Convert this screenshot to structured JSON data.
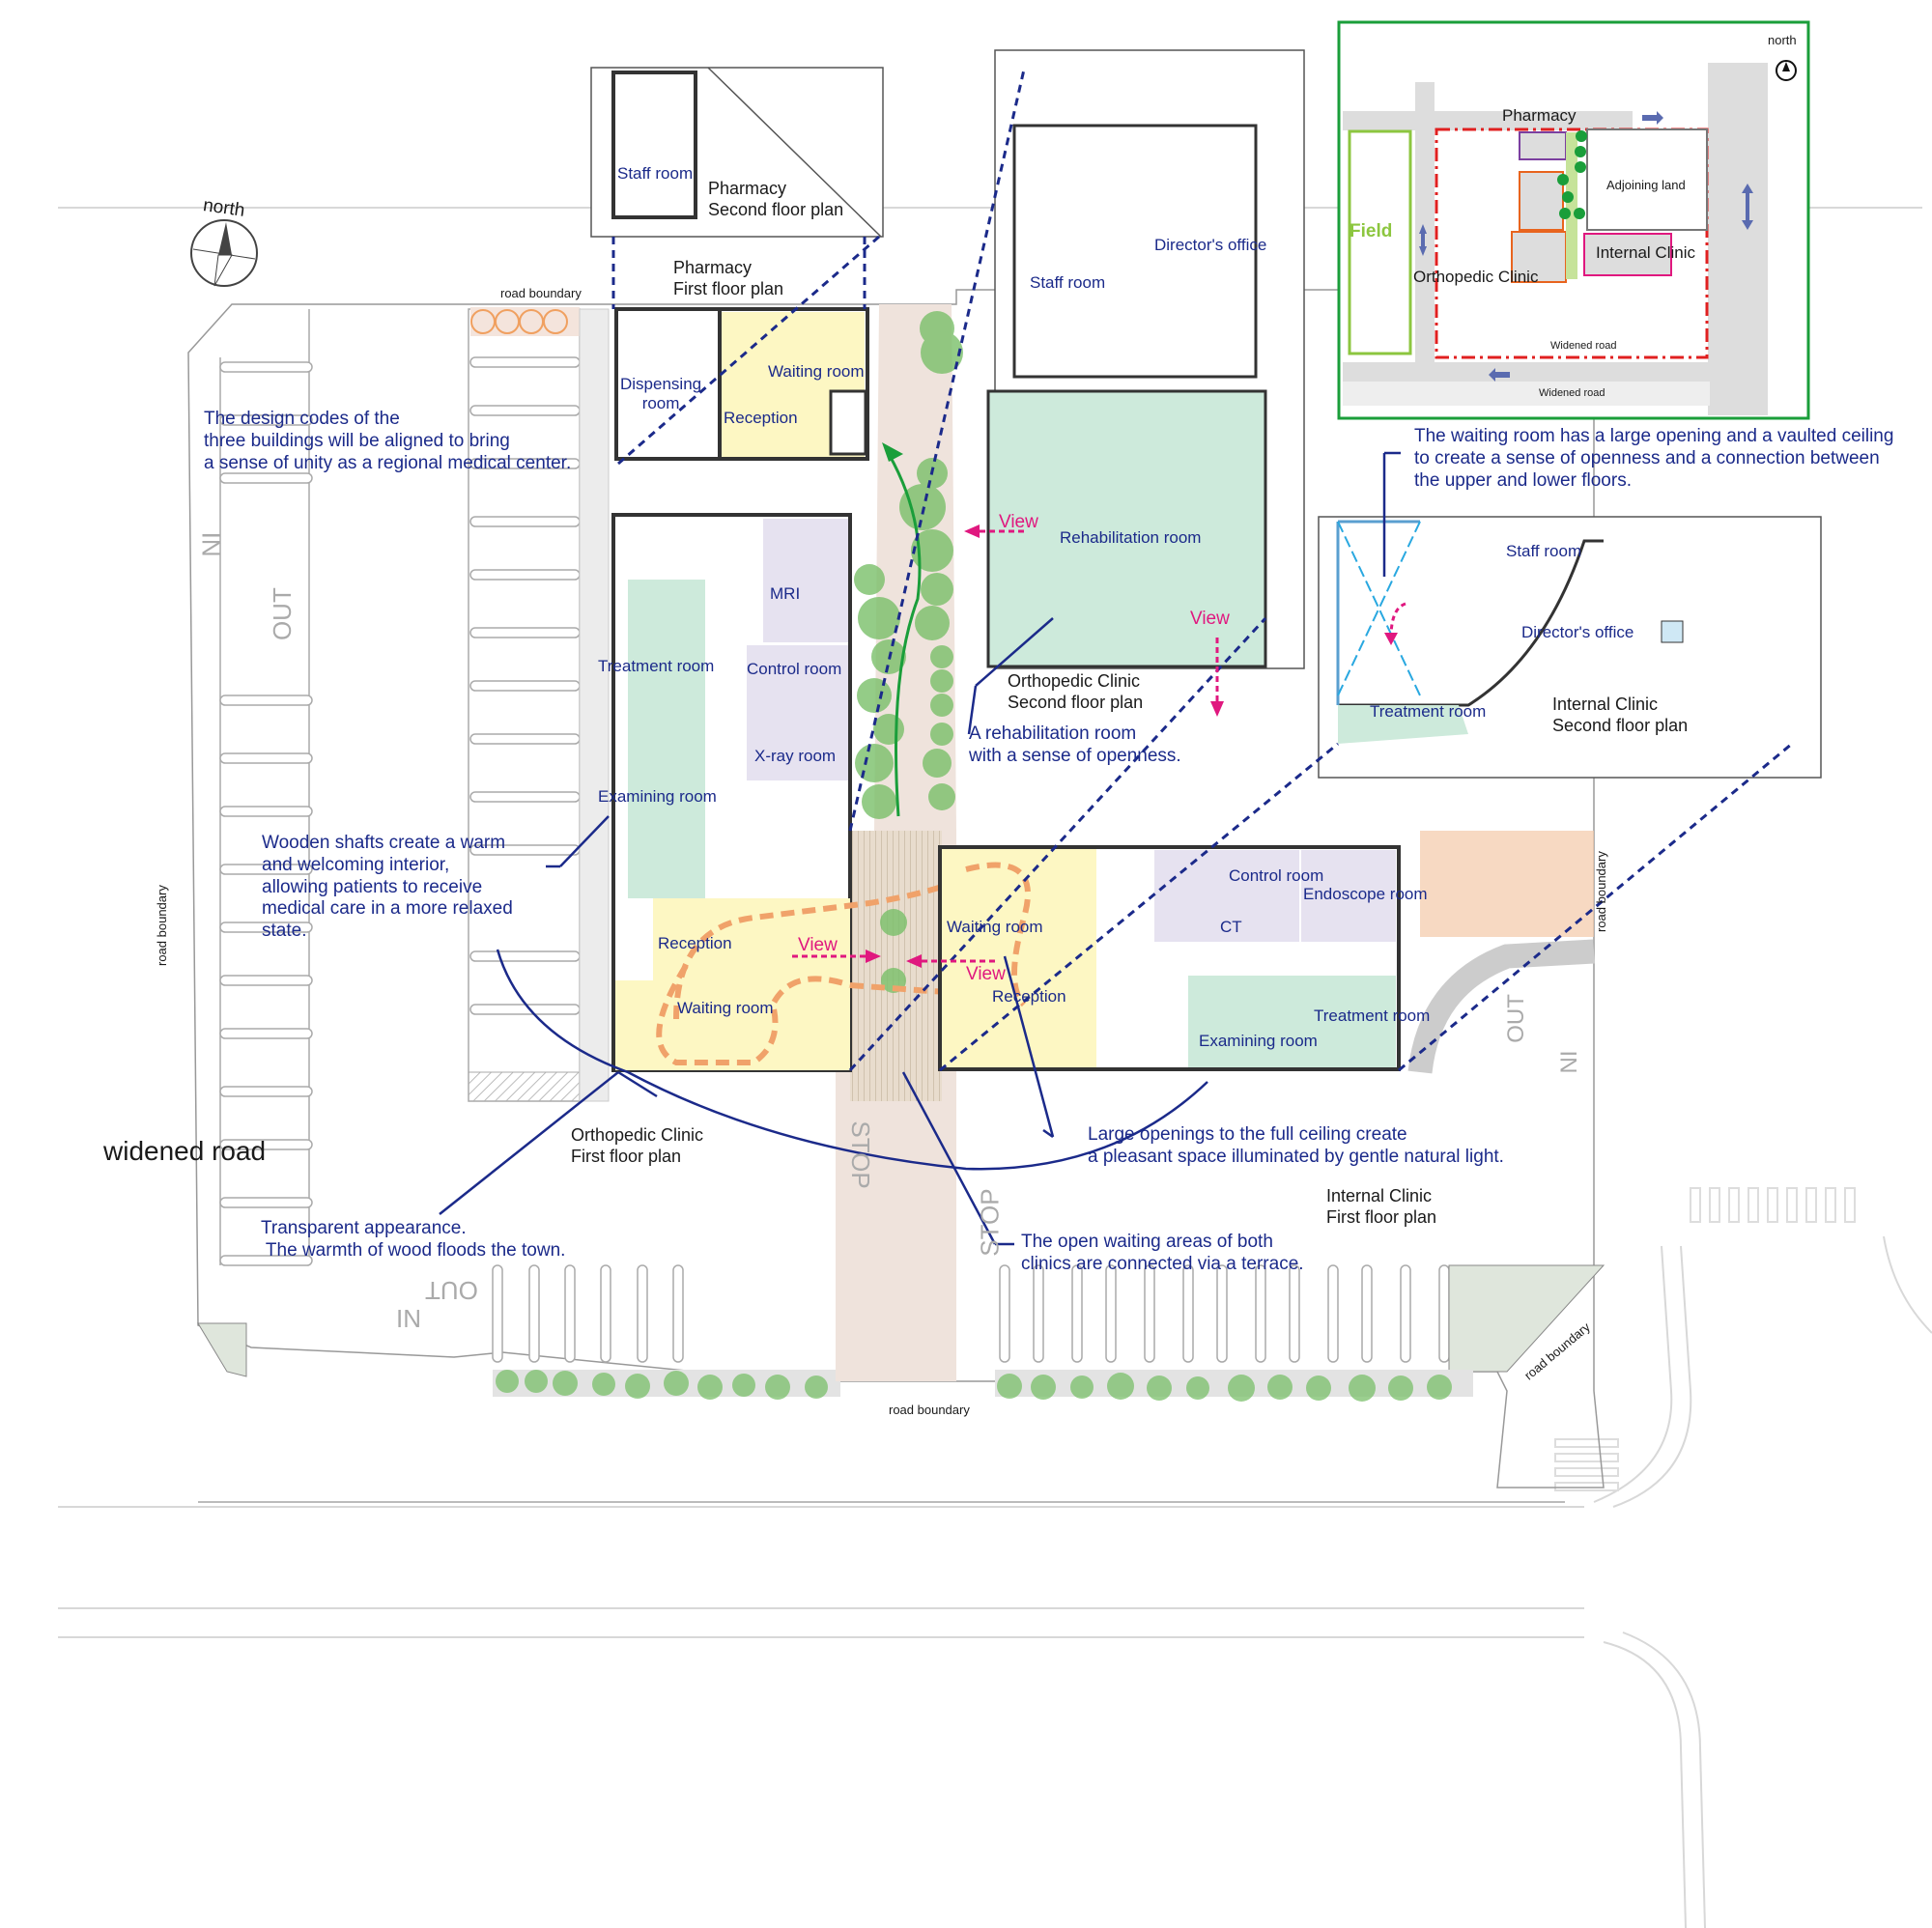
{
  "title": "Regional medical center site plan",
  "compass": {
    "label": "north",
    "icon": "north-arrow-compass-icon"
  },
  "site": {
    "widened_road": "widened road",
    "road_boundary_labels": [
      "road boundary",
      "road boundary",
      "road boundary",
      "road boundary",
      "road boundary"
    ],
    "parking_markings": {
      "in": "IN",
      "out": "OUT",
      "stop": "STOP"
    }
  },
  "plans": {
    "pharmacy_first": {
      "title": "Pharmacy\nFirst floor plan",
      "rooms": [
        "Dispensing\nroom",
        "Waiting room",
        "Reception"
      ]
    },
    "pharmacy_second": {
      "title": "Pharmacy\nSecond floor plan",
      "rooms": [
        "Staff room"
      ]
    },
    "ortho_first": {
      "title": "Orthopedic Clinic\nFirst floor plan",
      "rooms": [
        "MRI",
        "Treatment room",
        "Control room",
        "X-ray room",
        "Examining room",
        "Reception",
        "Waiting room"
      ]
    },
    "ortho_second": {
      "title": "Orthopedic Clinic\nSecond floor plan",
      "rooms": [
        "Staff room",
        "Director's office",
        "Rehabilitation room"
      ]
    },
    "internal_first": {
      "title": "Internal Clinic\nFirst floor plan",
      "rooms": [
        "Waiting room",
        "Reception",
        "Control room",
        "CT",
        "Endoscope room",
        "Treatment room",
        "Examining room"
      ]
    },
    "internal_second": {
      "title": "Internal Clinic\nSecond floor plan",
      "rooms": [
        "Staff room",
        "Director's office",
        "Treatment room"
      ]
    }
  },
  "view_labels": [
    "View",
    "View",
    "View",
    "View"
  ],
  "annotations": [
    "The design codes of the\nthree buildings will be aligned to bring\na sense of unity as a regional medical center.",
    "Wooden shafts create a warm\nand welcoming interior,\nallowing patients to receive\nmedical care in a more relaxed\nstate.",
    "Transparent appearance.\n The warmth of wood floods the town.",
    "A rehabilitation room\nwith a sense of openness.",
    "The waiting room has a large opening and a vaulted ceiling\nto create a sense of openness and a connection between\nthe upper and lower floors.",
    "Large openings to the full ceiling create\na pleasant space illuminated by gentle natural light.",
    "The open waiting areas of both\nclinics are connected via a terrace."
  ],
  "key_map": {
    "north": "north",
    "labels": {
      "pharmacy": "Pharmacy",
      "adjoining": "Adjoining land",
      "field": "Field",
      "internal": "Internal Clinic",
      "ortho": "Orthopedic Clinic",
      "road1": "Widened road",
      "road2": "Widened road"
    },
    "colors": {
      "frame": "#1a9e3a",
      "site_boundary": "#e02020",
      "field": "#8cc63f",
      "pharmacy": "#7b3fa0",
      "ortho": "#e8641e",
      "internal": "#e0187f",
      "dashed": "#29a8e0",
      "arrow": "#5a6bb0"
    }
  },
  "colors": {
    "waiting": "#fdf7c3",
    "treatment": "#cdeadb",
    "imaging": "#e6e2f0",
    "annotation": "#1b2a8a",
    "view": "#e0187f",
    "path": "#f0a26a",
    "terrace": "#efe3dc"
  }
}
